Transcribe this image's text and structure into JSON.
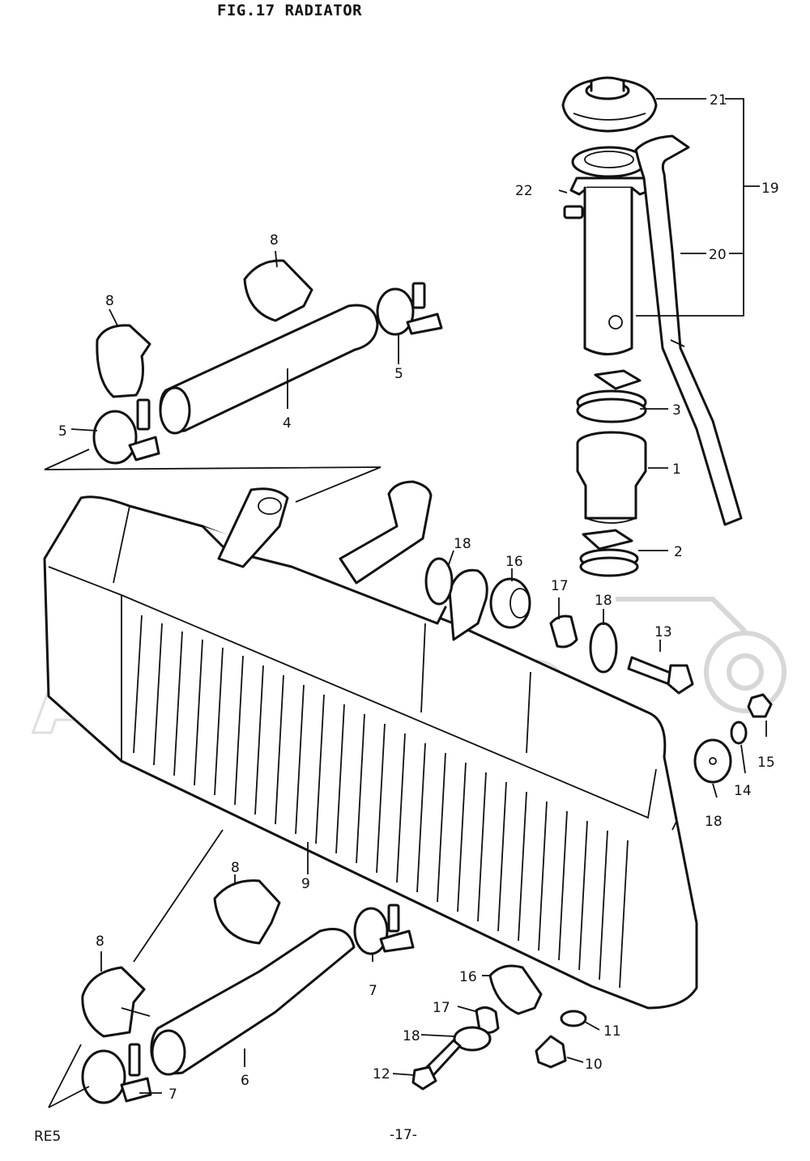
{
  "header": {
    "title": "FIG.17  RADIATOR"
  },
  "footer": {
    "model_code": "RE5",
    "page_number": "-17-"
  },
  "callouts": {
    "c1": "1",
    "c2": "2",
    "c3": "3",
    "c4": "4",
    "c5a": "5",
    "c5b": "5",
    "c6": "6",
    "c7a": "7",
    "c7b": "7",
    "c8a": "8",
    "c8b": "8",
    "c8c": "8",
    "c8d": "8",
    "c9": "9",
    "c10": "10",
    "c11": "11",
    "c12": "12",
    "c13": "13",
    "c14": "14",
    "c15": "15",
    "c16a": "16",
    "c16b": "16",
    "c17a": "17",
    "c17b": "17",
    "c18a": "18",
    "c18b": "18",
    "c18c": "18",
    "c18d": "18",
    "c19": "19",
    "c20": "20",
    "c21": "21",
    "c22": "22"
  },
  "watermark": {
    "logo_text": "ARTMOTO"
  }
}
